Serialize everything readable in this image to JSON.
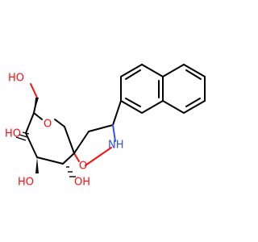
{
  "colors": {
    "bond": "#000000",
    "oxygen": "#ff0d0d",
    "nitrogen": "#3050f8",
    "background": "#ffffff"
  },
  "labels": {
    "ho_ch2": "HO",
    "ring_o": "O",
    "oh_c4": "HO",
    "oh_c3": "HO",
    "oh_c2": "OH",
    "o_isox": "O",
    "nh": "NH"
  }
}
